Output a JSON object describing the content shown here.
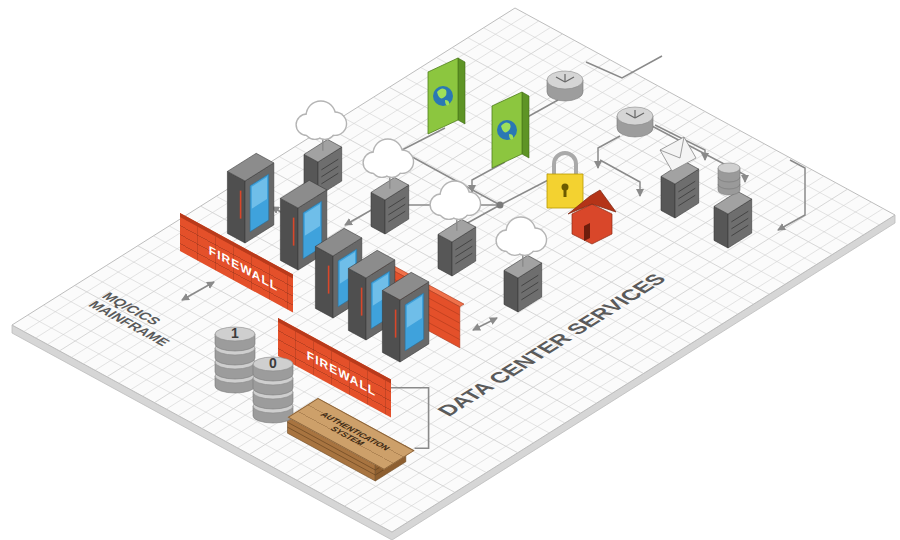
{
  "diagram": {
    "nodes": [
      {
        "text": [
          "FIREWALL"
        ]
      },
      {
        "text": [
          "FIREWALL"
        ]
      },
      {
        "text": [
          "1"
        ]
      },
      {
        "text": [
          "0"
        ]
      },
      {
        "text": [
          "AUTHENTICATION SYSTEM"
        ]
      }
    ],
    "edges": [
      {
        "from": 4,
        "to": 1,
        "arrow": "none"
      }
    ],
    "labels": [
      "MQ/CICS MAINFRAME",
      "DATA CENTER SERVICES"
    ]
  }
}
